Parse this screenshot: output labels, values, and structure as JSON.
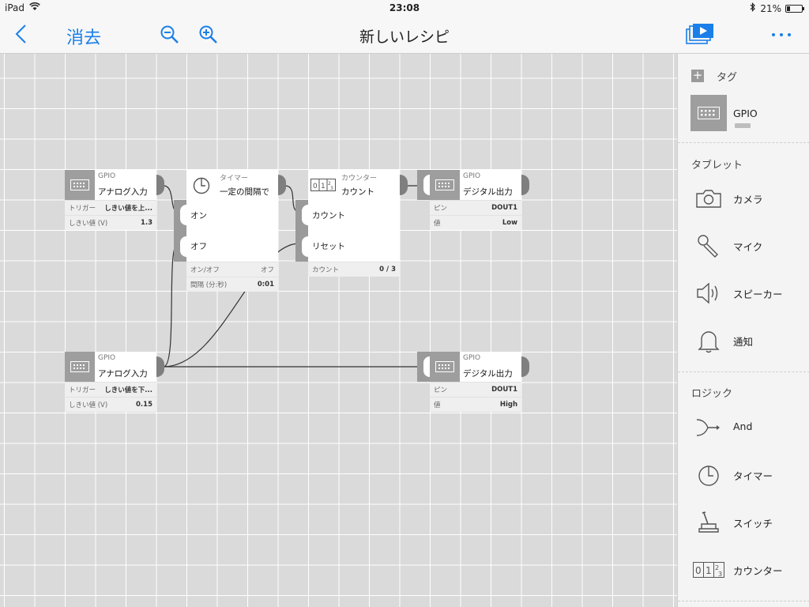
{
  "status": {
    "device": "iPad",
    "time": "23:08",
    "battery": "21%",
    "battery_level": 0.21
  },
  "nav": {
    "cancel": "消去",
    "title": "新しいレシピ"
  },
  "nodes": {
    "analog1": {
      "type": "GPIO",
      "name": "アナログ入力",
      "props": [
        {
          "k": "トリガー",
          "v": "しきい値を上..."
        },
        {
          "k": "しきい値 (V)",
          "v": "1.3"
        }
      ]
    },
    "timer": {
      "type": "タイマー",
      "name": "一定の間隔で",
      "ports": [
        "オン",
        "オフ"
      ],
      "props": [
        {
          "k": "オン/オフ",
          "v": "オフ"
        },
        {
          "k": "間隔 (分:秒)",
          "v": "0:01"
        }
      ]
    },
    "counter": {
      "type": "カウンター",
      "name": "カウント",
      "ports": [
        "カウント",
        "リセット"
      ],
      "props": [
        {
          "k": "カウント",
          "v": "0 / 3"
        }
      ]
    },
    "digital1": {
      "type": "GPIO",
      "name": "デジタル出力",
      "props": [
        {
          "k": "ピン",
          "v": "DOUT1"
        },
        {
          "k": "値",
          "v": "Low"
        }
      ]
    },
    "analog2": {
      "type": "GPIO",
      "name": "アナログ入力",
      "props": [
        {
          "k": "トリガー",
          "v": "しきい値を下..."
        },
        {
          "k": "しきい値 (V)",
          "v": "0.15"
        }
      ]
    },
    "digital2": {
      "type": "GPIO",
      "name": "デジタル出力",
      "props": [
        {
          "k": "ピン",
          "v": "DOUT1"
        },
        {
          "k": "値",
          "v": "High"
        }
      ]
    }
  },
  "sidebar": {
    "tag_label": "タグ",
    "gpio_label": "GPIO",
    "tablet_title": "タブレット",
    "tablet_items": [
      "カメラ",
      "マイク",
      "スピーカー",
      "通知"
    ],
    "logic_title": "ロジック",
    "logic_items": [
      "And",
      "タイマー",
      "スイッチ",
      "カウンター"
    ]
  },
  "colors": {
    "accent": "#1a7fe8",
    "node_gray": "#9e9e9e",
    "grid": "#dadada"
  }
}
